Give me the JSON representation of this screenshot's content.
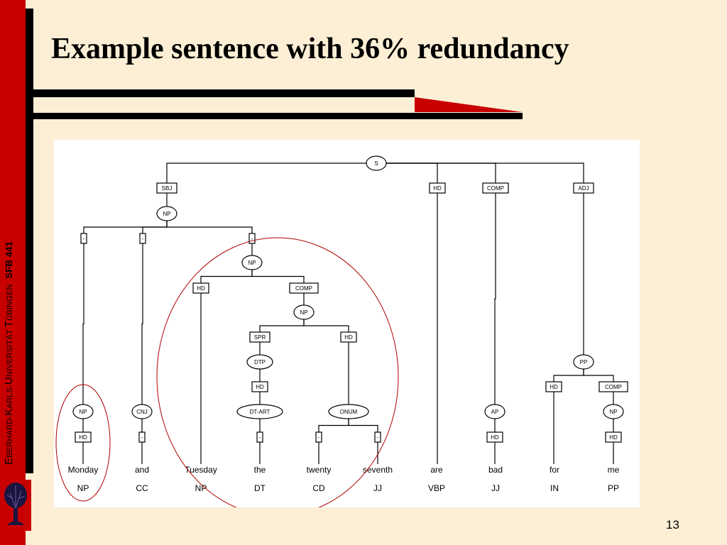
{
  "slide": {
    "title": "Example sentence with 36% redundancy",
    "page_number": "13",
    "sidebar": {
      "university": "Eberhard-Karls-Universität Tübingen",
      "university_parts": [
        "E",
        "BERHARD-",
        "K",
        "ARLS-",
        "U",
        "NIVERSITÄT ",
        "T",
        "ÜBINGEN"
      ],
      "sfb": "SFB 441"
    },
    "logo_icon": "tree-logo-icon"
  },
  "tree": {
    "words": [
      {
        "word": "Monday",
        "pos": "NP"
      },
      {
        "word": "and",
        "pos": "CC"
      },
      {
        "word": "Tuesday",
        "pos": "NP"
      },
      {
        "word": "the",
        "pos": "DT"
      },
      {
        "word": "twenty",
        "pos": "CD"
      },
      {
        "word": "seventh",
        "pos": "JJ"
      },
      {
        "word": "are",
        "pos": "VBP"
      },
      {
        "word": "bad",
        "pos": "JJ"
      },
      {
        "word": "for",
        "pos": "IN"
      },
      {
        "word": "me",
        "pos": "PP"
      }
    ],
    "nodes": [
      {
        "id": "s",
        "label": "S",
        "shape": "ellipse"
      },
      {
        "id": "sbj",
        "label": "SBJ",
        "shape": "rect"
      },
      {
        "id": "hd-are",
        "label": "HD",
        "shape": "rect"
      },
      {
        "id": "comp-bad",
        "label": "COMP",
        "shape": "rect"
      },
      {
        "id": "adj",
        "label": "ADJ",
        "shape": "rect"
      },
      {
        "id": "np-top",
        "label": "NP",
        "shape": "ellipse"
      },
      {
        "id": "dash-monday",
        "label": "-",
        "shape": "rect"
      },
      {
        "id": "dash-and",
        "label": "-",
        "shape": "rect"
      },
      {
        "id": "dash-tue",
        "label": "-",
        "shape": "rect"
      },
      {
        "id": "np-tue",
        "label": "NP",
        "shape": "ellipse"
      },
      {
        "id": "hd-tue",
        "label": "HD",
        "shape": "rect"
      },
      {
        "id": "comp-tue",
        "label": "COMP",
        "shape": "rect"
      },
      {
        "id": "np-date",
        "label": "NP",
        "shape": "ellipse"
      },
      {
        "id": "spr",
        "label": "SPR",
        "shape": "rect"
      },
      {
        "id": "hd-onum",
        "label": "HD",
        "shape": "rect"
      },
      {
        "id": "dtp",
        "label": "DTP",
        "shape": "ellipse"
      },
      {
        "id": "hd-dtp",
        "label": "HD",
        "shape": "rect"
      },
      {
        "id": "dtart",
        "label": "DT-ART",
        "shape": "ellipse"
      },
      {
        "id": "onum",
        "label": "ONUM",
        "shape": "ellipse"
      },
      {
        "id": "dash-the",
        "label": "-",
        "shape": "rect"
      },
      {
        "id": "dash-twenty",
        "label": "-",
        "shape": "rect"
      },
      {
        "id": "dash-seventh",
        "label": "-",
        "shape": "rect"
      },
      {
        "id": "np-monday",
        "label": "NP",
        "shape": "ellipse"
      },
      {
        "id": "hd-monday",
        "label": "HD",
        "shape": "rect"
      },
      {
        "id": "cnj",
        "label": "CNJ",
        "shape": "ellipse"
      },
      {
        "id": "dash-cnj",
        "label": "-",
        "shape": "rect"
      },
      {
        "id": "ap",
        "label": "AP",
        "shape": "ellipse"
      },
      {
        "id": "hd-ap",
        "label": "HD",
        "shape": "rect"
      },
      {
        "id": "pp",
        "label": "PP",
        "shape": "ellipse"
      },
      {
        "id": "hd-pp",
        "label": "HD",
        "shape": "rect"
      },
      {
        "id": "comp-pp",
        "label": "COMP",
        "shape": "rect"
      },
      {
        "id": "np-me",
        "label": "NP",
        "shape": "ellipse"
      },
      {
        "id": "hd-me",
        "label": "HD",
        "shape": "rect"
      }
    ],
    "highlight_color": "#b00000"
  },
  "colors": {
    "sidebar": "#c80000",
    "background": "#fcefd6",
    "bars": "#000000"
  }
}
